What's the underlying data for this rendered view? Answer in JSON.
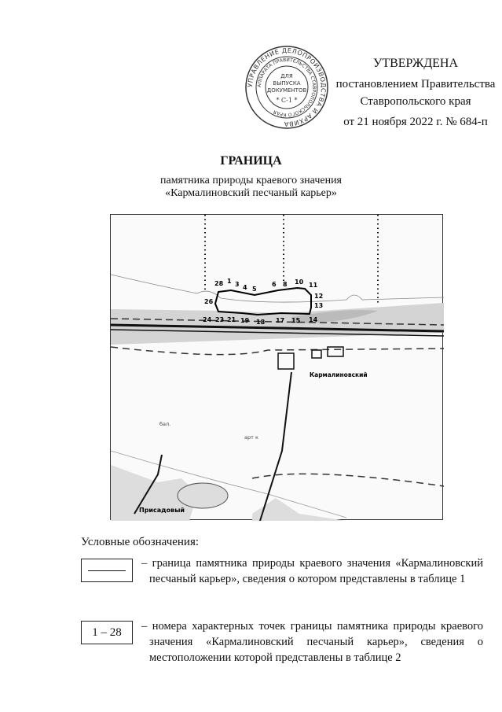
{
  "stamp": {
    "outer_text": "УПРАВЛЕНИЕ ДЕЛОПРОИЗВОДСТВА И АРХИВА",
    "inner_text": "АППАРАТА ПРАВИТЕЛЬСТВА СТАВРОПОЛЬСКОГО КРАЯ",
    "center_lines": [
      "ДЛЯ",
      "ВЫПУСКА",
      "ДОКУМЕНТОВ"
    ],
    "code": "С-1"
  },
  "approval": {
    "heading": "УТВЕРЖДЕНА",
    "line1": "постановлением Правительства",
    "line2": "Ставропольского края",
    "line3": "от 21 ноября 2022 г. № 684-п"
  },
  "title": "ГРАНИЦА",
  "subtitle": {
    "line1": "памятника природы краевого значения",
    "line2": "«Кармалиновский песчаный карьер»"
  },
  "map": {
    "labels": {
      "village1": "Кармалиновский",
      "village2": "Присадовый",
      "mark1": "арт к",
      "mark2": "бал."
    },
    "points": [
      "28",
      "1",
      "3",
      "4",
      "5",
      "6",
      "8",
      "10",
      "11",
      "12",
      "13",
      "14",
      "15",
      "17",
      "18",
      "19",
      "21",
      "23",
      "24",
      "26"
    ],
    "boundary_color": "#000000"
  },
  "legend": {
    "heading": "Условные обозначения:",
    "items": [
      {
        "symbol": "",
        "text": "– граница памятника природы краевого значения «Кармалиновский песчаный карьер», сведения о котором представлены в таблице 1"
      },
      {
        "symbol": "1 – 28",
        "text": "– номера характерных точек границы памятника природы краевого значения «Кармалиновский песчаный карьер», сведения о местоположении которой представлены в таблице 2"
      }
    ]
  }
}
